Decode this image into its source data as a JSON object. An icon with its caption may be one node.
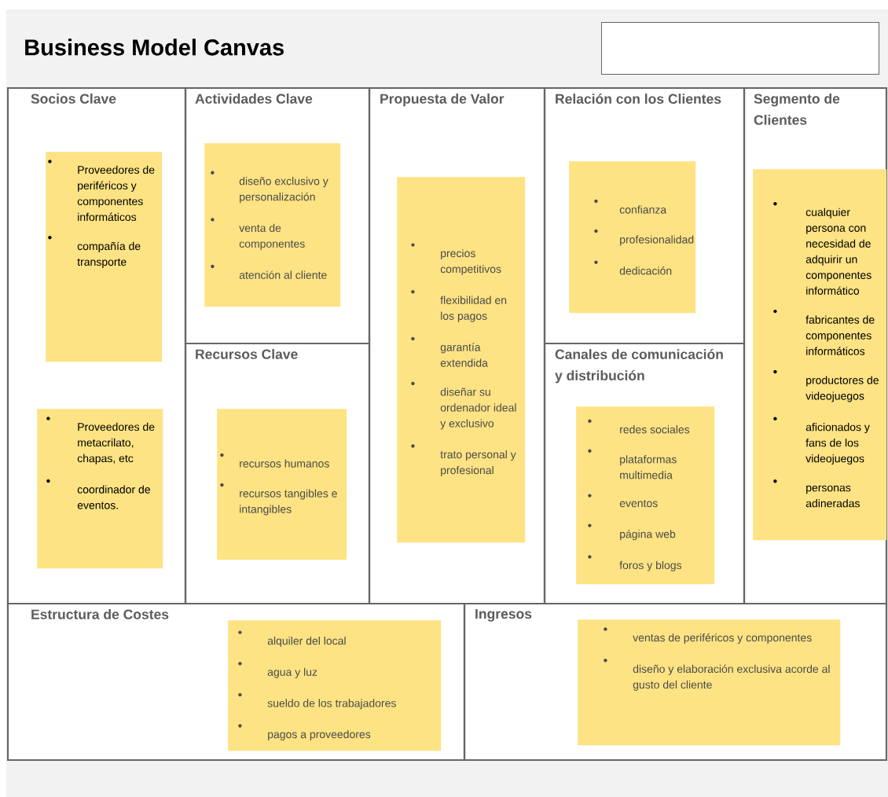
{
  "diagram": {
    "title": "Business Model Canvas",
    "nodes": [
      {
        "text": [],
        "shape": "box"
      },
      {
        "text": [
          "Socios Clave"
        ]
      },
      {
        "text": [
          "Proveedores de periféricos y componentes informáticos",
          "compañía de transporte"
        ],
        "in": 1
      },
      {
        "text": [
          "Proveedores de metacrilato, chapas, etc",
          "coordinador de eventos."
        ],
        "in": 1
      },
      {
        "text": [
          "Actividades Clave"
        ]
      },
      {
        "text": [
          "diseño exclusivo y personalización",
          "venta de componentes",
          "atención al cliente"
        ],
        "in": 4
      },
      {
        "text": [
          "Recursos Clave"
        ]
      },
      {
        "text": [
          "recursos humanos",
          "recursos tangibles e intangibles"
        ],
        "in": 6
      },
      {
        "text": [
          "Propuesta de Valor"
        ]
      },
      {
        "text": [
          "precios competitivos",
          "flexibilidad en los pagos",
          "garantía extendida",
          "diseñar su ordenador ideal y exclusivo",
          "trato personal y profesional"
        ],
        "in": 8
      },
      {
        "text": [
          "Relación con los Clientes"
        ]
      },
      {
        "text": [
          "confianza",
          "profesionalidad",
          "dedicación"
        ],
        "in": 10
      },
      {
        "text": [
          "Canales de comunicación y distribución"
        ]
      },
      {
        "text": [
          "redes sociales",
          "plataformas multimedia",
          "eventos",
          "página web",
          "foros y blogs"
        ],
        "in": 12
      },
      {
        "text": [
          "Segmento de Clientes"
        ]
      },
      {
        "text": [
          "cualquier persona con necesidad de adquirir un componentes informático",
          "fabricantes de componentes informáticos",
          "productores de videojuegos",
          "aficionados y fans de los videojuegos",
          "personas adineradas"
        ],
        "in": 14
      },
      {
        "text": [
          "Estructura de Costes"
        ]
      },
      {
        "text": [
          "alquiler del local",
          "agua y luz",
          "sueldo de los trabajadores",
          "pagos a proveedores"
        ],
        "in": 16
      },
      {
        "text": [
          "Ingresos"
        ]
      },
      {
        "text": [
          "ventas de periféricos y componentes",
          "diseño y elaboración exclusiva acorde al gusto del cliente"
        ],
        "in": 18
      }
    ]
  }
}
